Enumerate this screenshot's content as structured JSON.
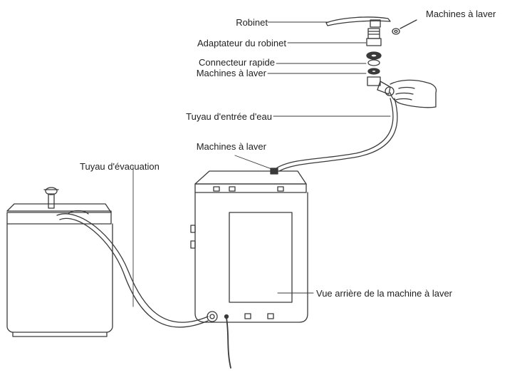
{
  "labels": {
    "faucet": "Robinet",
    "faucet_adapter": "Adaptateur du robinet",
    "quick_connector": "Connecteur rapide",
    "washer_top_right": "Machines à laver",
    "washer_mid": "Machines à laver",
    "inlet_hose": "Tuyau d'entrée d'eau",
    "washer_on_machine": "Machines à laver",
    "drain_hose": "Tuyau d'évacuation",
    "rear_view": "Vue arrière de la machine à laver"
  },
  "colors": {
    "line": "#3a3a3a",
    "text": "#222222",
    "fill": "#ffffff"
  }
}
